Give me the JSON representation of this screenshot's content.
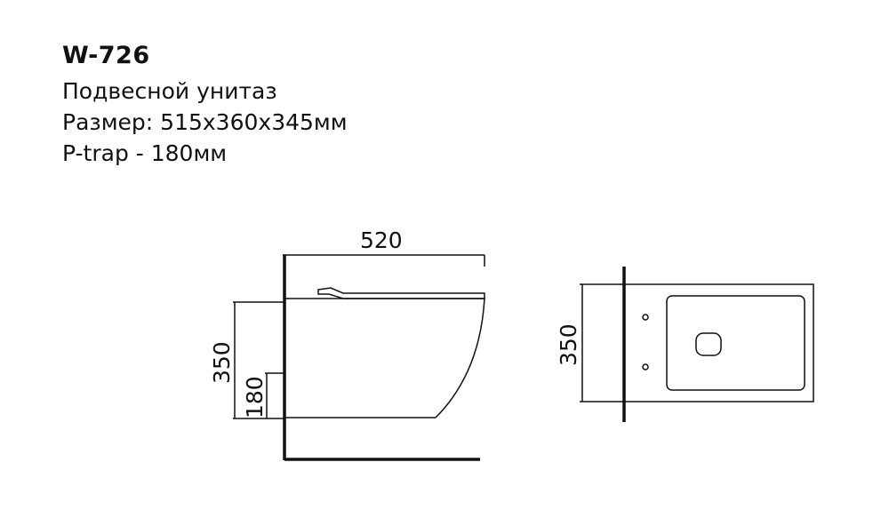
{
  "spec": {
    "model": "W-726",
    "type": "Подвесной унитаз",
    "size": "Размер: 515x360x345мм",
    "ptrap": "P-trap - 180мм"
  },
  "dimensions": {
    "side_width": "520",
    "side_height": "350",
    "side_outlet": "180",
    "top_height": "350"
  },
  "colors": {
    "line": "#111111",
    "background": "#ffffff"
  }
}
